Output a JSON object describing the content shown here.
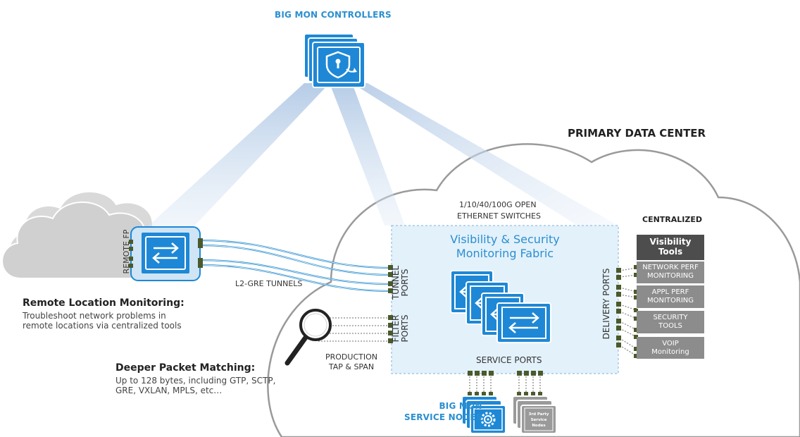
{
  "labels": {
    "controllers_title": "BIG MON CONTROLLERS",
    "primary_dc_title": "PRIMARY DATA CENTER",
    "switches_line1": "1/10/40/100G OPEN",
    "switches_line2": "ETHERNET SWITCHES",
    "fabric_line1": "Visibility & Security",
    "fabric_line2": "Monitoring Fabric",
    "remote_fp": "REMOTE FP",
    "l2gre_tunnels": "L2-GRE TUNNELS",
    "tunnel_ports_line1": "TUNNEL",
    "tunnel_ports_line2": "PORTS",
    "filter_ports_line1": "FILTER",
    "filter_ports_line2": "PORTS",
    "delivery_ports": "DELIVERY PORTS",
    "service_ports": "SERVICE PORTS",
    "production_line1": "PRODUCTION",
    "production_line2": "TAP & SPAN",
    "service_nodes_line1": "BIG MON",
    "service_nodes_line2": "SERVICE NODES",
    "third_party_line1": "3rd Party",
    "third_party_line2": "Service",
    "third_party_line3": "Nodes"
  },
  "centralized": {
    "title": "CENTRALIZED",
    "head_line1": "Visibility",
    "head_line2": "Tools",
    "tools": [
      {
        "line1": "NETWORK PERF",
        "line2": "MONITORING"
      },
      {
        "line1": "APPL PERF",
        "line2": "MONITORING"
      },
      {
        "line1": "SECURITY",
        "line2": "TOOLS"
      },
      {
        "line1": "VOIP",
        "line2": "Monitoring"
      }
    ]
  },
  "remote_monitoring": {
    "heading": "Remote Location Monitoring:",
    "line1": "Troubleshoot network problems in",
    "line2": "remote locations via centralized tools"
  },
  "packet_matching": {
    "heading": "Deeper Packet Matching:",
    "line1": "Up to 128 bytes, including GTP, SCTP,",
    "line2": "GRE, VXLAN, MPLS, etc…"
  },
  "colors": {
    "brand_blue": "#2a8fd0",
    "icon_blue": "#1e88d6",
    "fabric_fill": "#e3f1fb",
    "tool_gray": "#8c8c8c",
    "tool_head": "#4d4d4d",
    "port_green": "#4a5a2a",
    "cloud_stroke": "#9a9a9a"
  },
  "icons": {
    "controller": "shield-keyhole-magnifier-icon",
    "switch": "bidirectional-arrows-switch-icon",
    "magnifier": "magnifying-glass-icon",
    "service_node": "gear-icon"
  }
}
